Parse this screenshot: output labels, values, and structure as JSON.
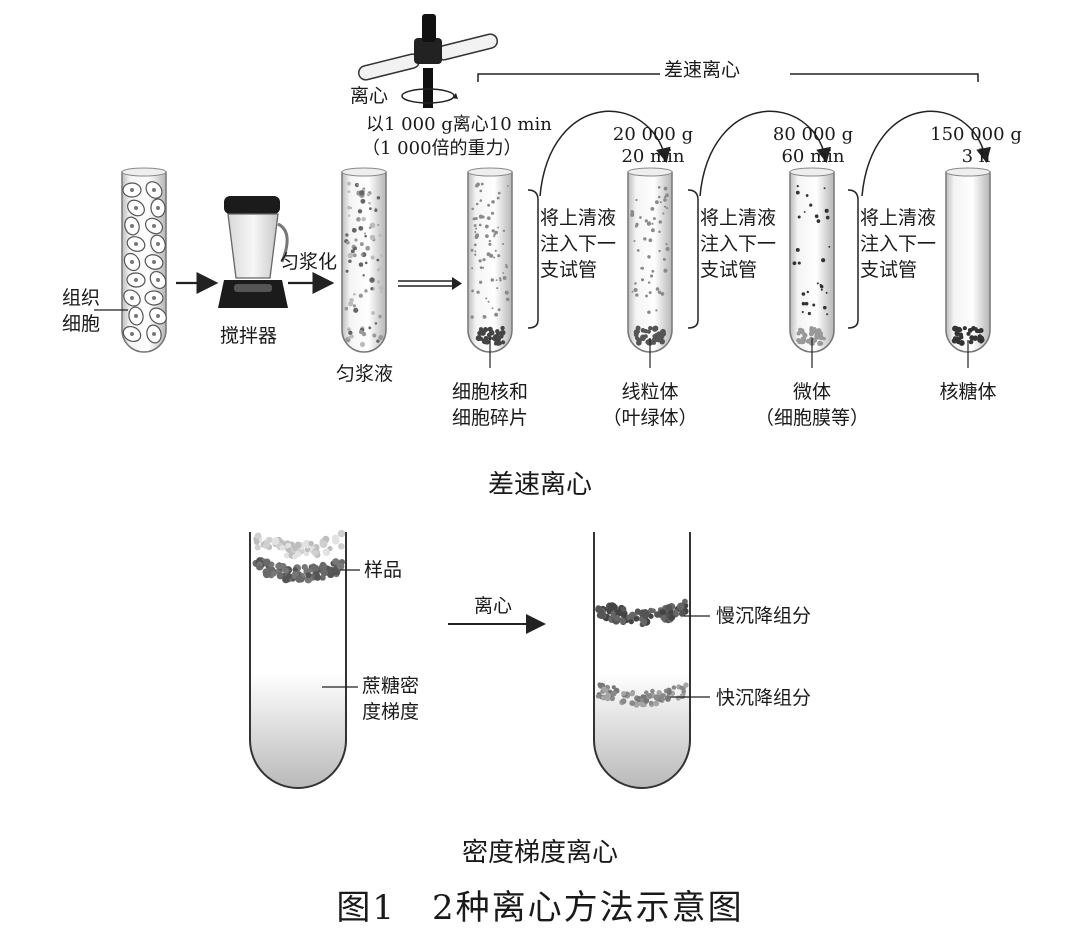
{
  "top": {
    "section_title": "差速离心",
    "bracket_label": "差速离心",
    "centrifuge_label": "离心",
    "first_spin": [
      "以1 000 g离心10 min",
      "（1 000倍的重力）"
    ],
    "tissue_label": [
      "组织",
      "细胞"
    ],
    "blender_label": "搅拌器",
    "homogenize_label": "匀浆化",
    "homogenate_label": "匀浆液",
    "transfer_label": [
      "将上清液",
      "注入下一",
      "支试管"
    ],
    "spins": [
      {
        "force": "20 000 g",
        "time": "20 min"
      },
      {
        "force": "80 000 g",
        "time": "60 min"
      },
      {
        "force": "150 000 g",
        "time": "3 h"
      }
    ],
    "pellets": [
      [
        "细胞核和",
        "细胞碎片"
      ],
      [
        "线粒体",
        "（叶绿体）"
      ],
      [
        "微体",
        "（细胞膜等）"
      ],
      [
        "核糖体"
      ]
    ]
  },
  "bottom": {
    "section_title": "密度梯度离心",
    "sample_label": "样品",
    "gradient_label": [
      "蔗糖密",
      "度梯度"
    ],
    "arrow_label": "离心",
    "slow_label": "慢沉降组分",
    "fast_label": "快沉降组分"
  },
  "figure_caption": "图1　2种离心方法示意图"
}
